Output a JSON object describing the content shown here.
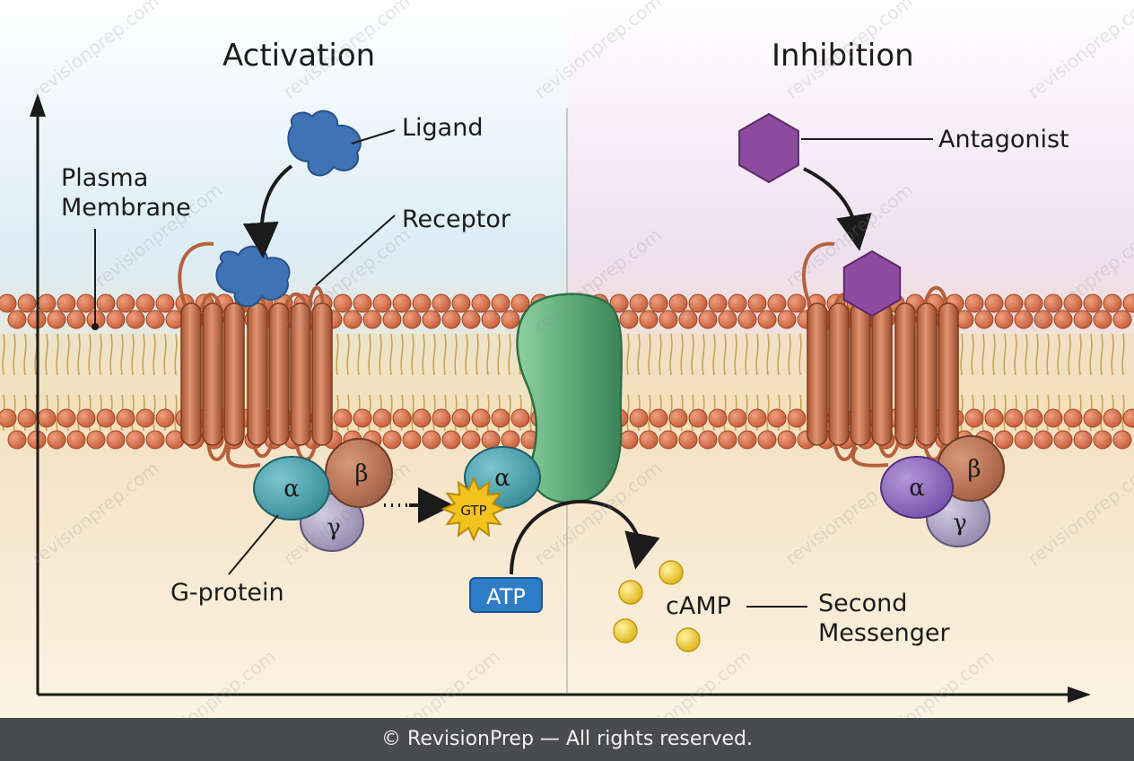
{
  "titles": {
    "left": "Activation",
    "right": "Inhibition"
  },
  "labels": {
    "ligand": "Ligand",
    "receptor": "Receptor",
    "plasma_membrane": "Plasma Membrane",
    "g_protein": "G-protein",
    "antagonist": "Antagonist",
    "atp": "ATP",
    "gtp": "GTP",
    "camp": "cAMP",
    "second_messenger": "Second Messenger"
  },
  "subunits": {
    "alpha": "α",
    "beta": "β",
    "gamma": "γ"
  },
  "footer": "© RevisionPrep — All rights reserved.",
  "watermark": "revisionprep.com",
  "colors": {
    "ligand": "#3f73b5",
    "antagonist": "#8d4a9e",
    "receptor": "#c8704a",
    "alpha_active": "#3f9aa5",
    "alpha_inhibited": "#8a64b8",
    "beta": "#b77050",
    "gamma": "#9a8fb2",
    "effector": "#5cab78",
    "gtp": "#f2c21e",
    "atp": "#2f7cc7",
    "camp": "#e8c428",
    "phospholipid_head": "#d06d4a"
  }
}
